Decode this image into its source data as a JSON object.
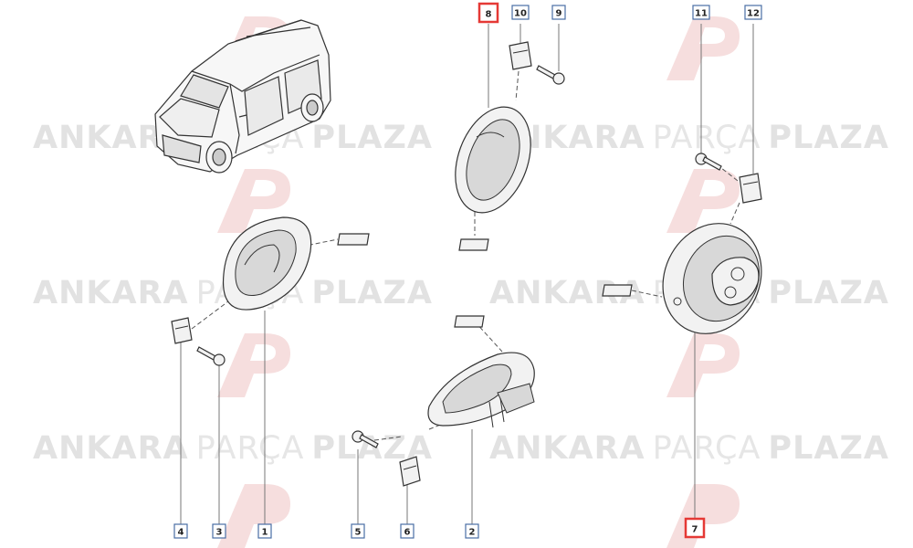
{
  "watermark": {
    "brand_bold_1": "ANKARA",
    "brand_light": "PARÇA",
    "brand_bold_2": "PLAZA"
  },
  "callouts": [
    {
      "id": "c1",
      "label": "1",
      "highlighted": false
    },
    {
      "id": "c2",
      "label": "2",
      "highlighted": false
    },
    {
      "id": "c3",
      "label": "3",
      "highlighted": false
    },
    {
      "id": "c4",
      "label": "4",
      "highlighted": false
    },
    {
      "id": "c5",
      "label": "5",
      "highlighted": false
    },
    {
      "id": "c6",
      "label": "6",
      "highlighted": false
    },
    {
      "id": "c7",
      "label": "7",
      "highlighted": true
    },
    {
      "id": "c8",
      "label": "8",
      "highlighted": true
    },
    {
      "id": "c9",
      "label": "9",
      "highlighted": false
    },
    {
      "id": "c10",
      "label": "10",
      "highlighted": false
    },
    {
      "id": "c11",
      "label": "11",
      "highlighted": false
    },
    {
      "id": "c12",
      "label": "12",
      "highlighted": false
    }
  ],
  "colors": {
    "callout_border": "#4a6fa5",
    "callout_text": "#222222",
    "callout_highlight": "#e53935",
    "line": "#333333",
    "watermark_logo": "#f3d4d4"
  }
}
